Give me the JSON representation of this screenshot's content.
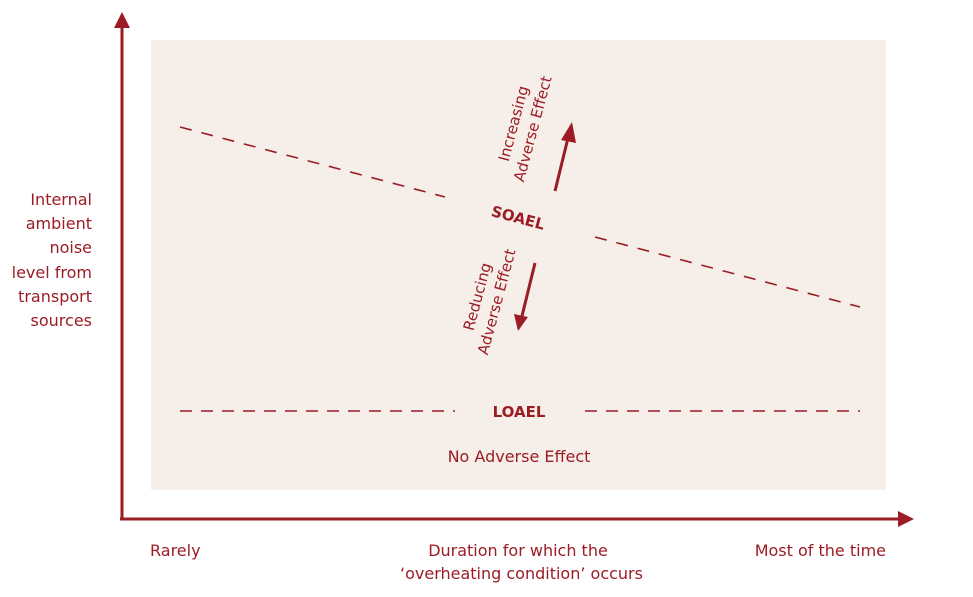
{
  "colors": {
    "accent": "#9b1c24",
    "panel": "#f6eee8"
  },
  "y_axis_label": [
    "Internal",
    "ambient",
    "noise",
    "level from",
    "transport",
    "sources"
  ],
  "x_axis": {
    "left": "Rarely",
    "center": [
      "Duration for which the",
      "‘overheating condition’ occurs"
    ],
    "right": "Most of the time"
  },
  "thresholds": {
    "soael": "SOAEL",
    "loael": "LOAEL",
    "none": "No Adverse Effect"
  },
  "arrows": {
    "increasing": [
      "Increasing",
      "Adverse Effect"
    ],
    "reducing": [
      "Reducing",
      "Adverse Effect"
    ]
  }
}
